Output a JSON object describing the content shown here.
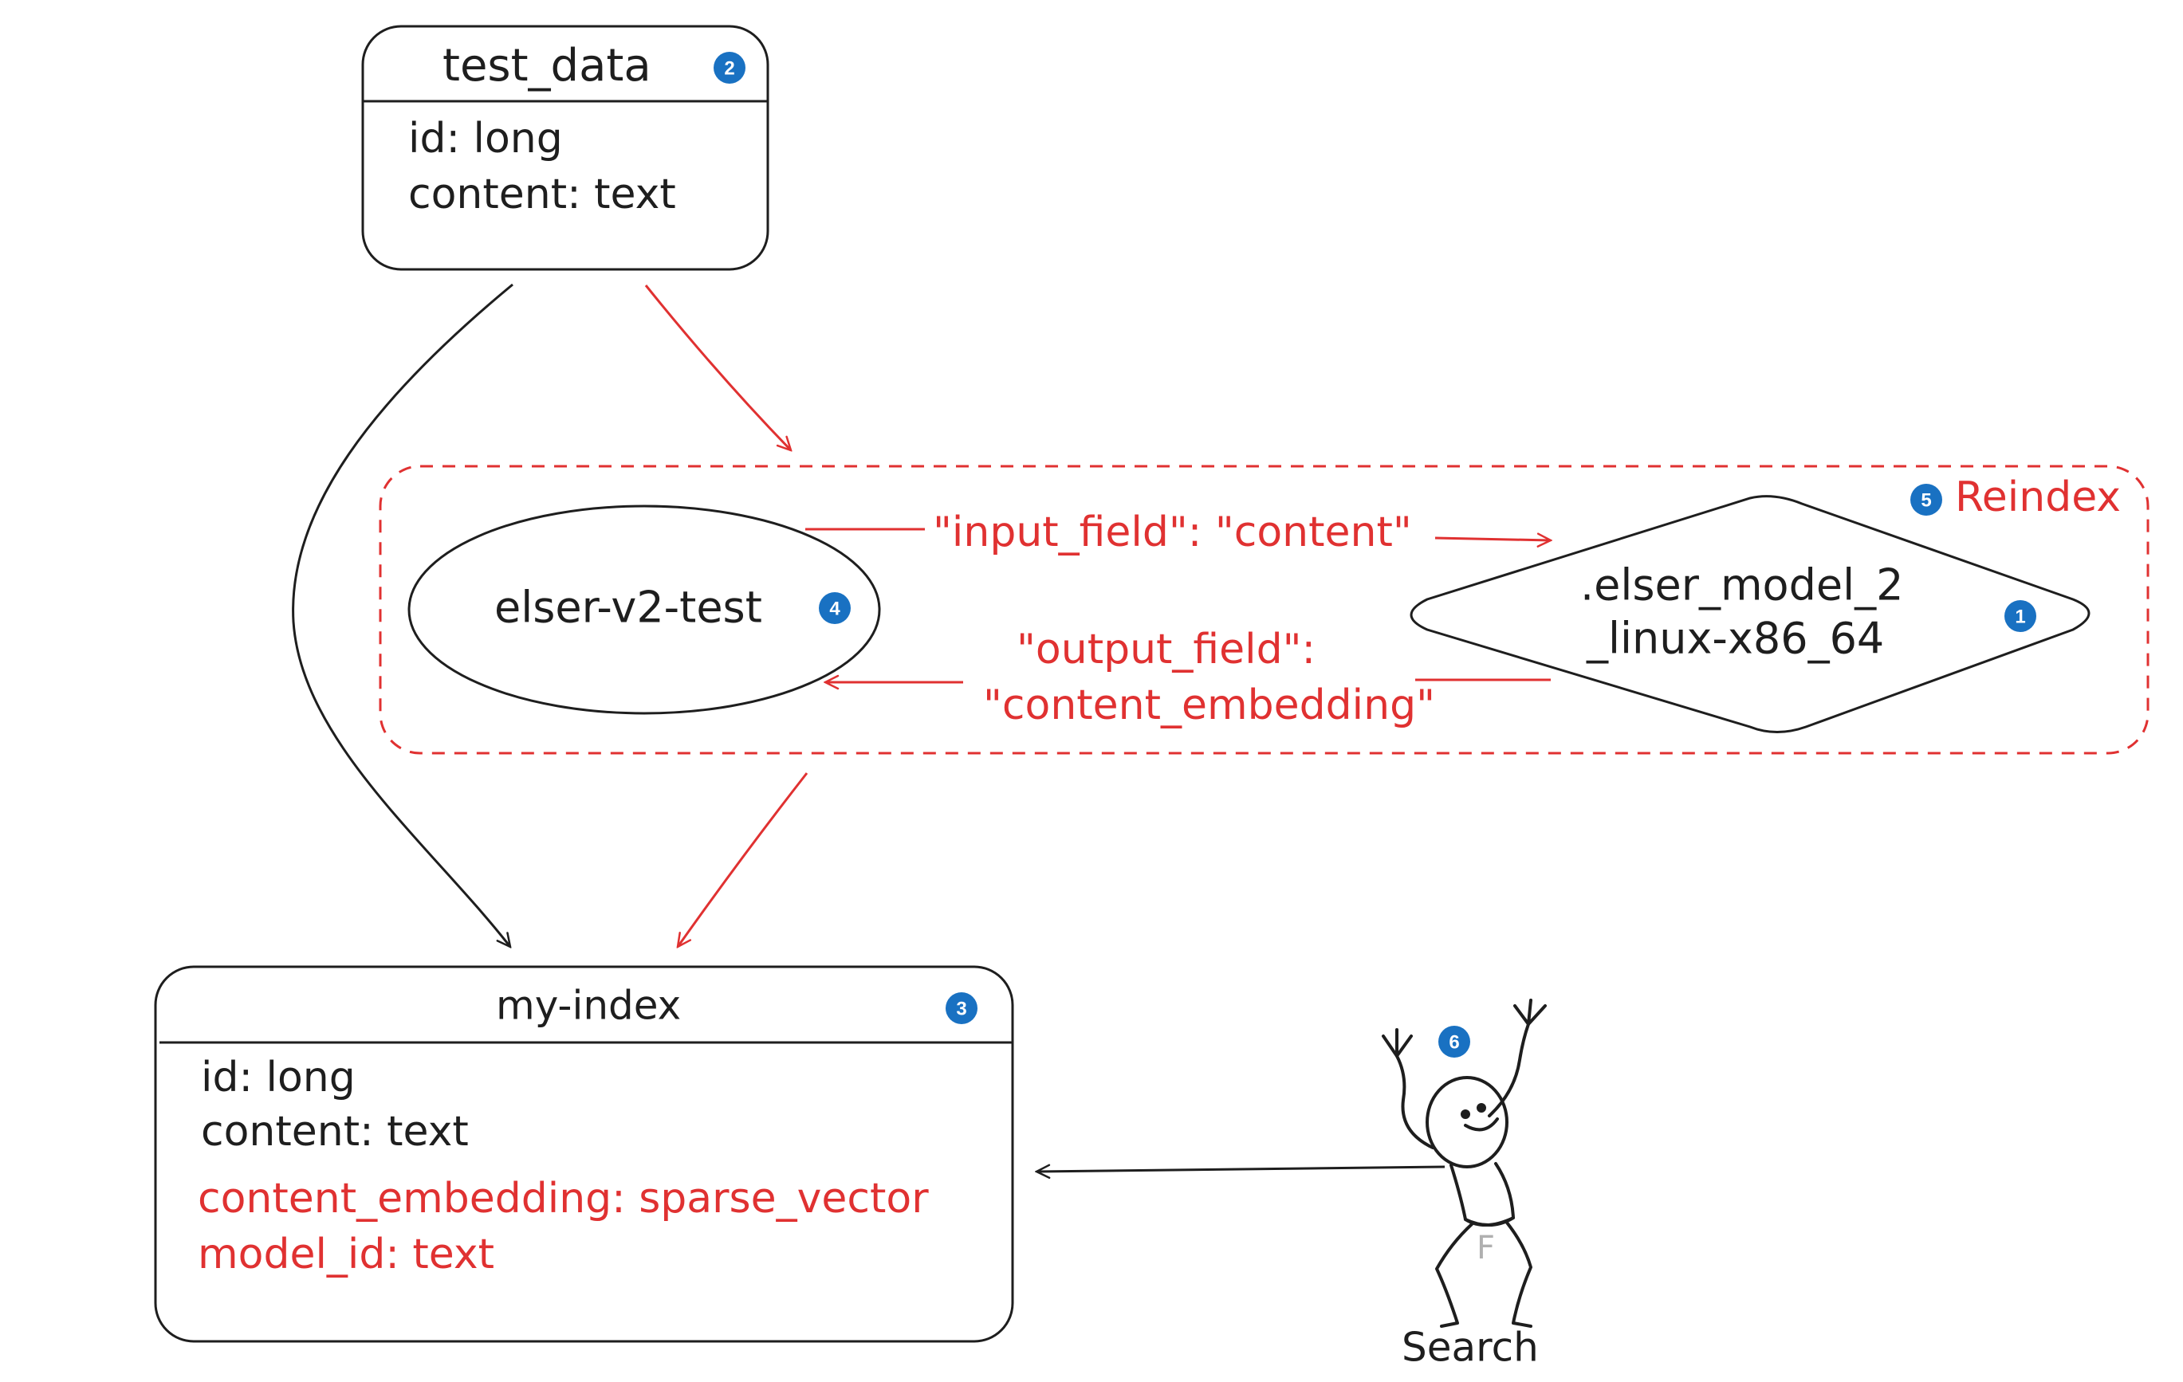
{
  "colors": {
    "ink": "#1e1e1e",
    "accent_red": "#e03131",
    "badge_blue": "#1971c2",
    "background": "#ffffff"
  },
  "test_data_table": {
    "title": "test_data",
    "badge": "2",
    "fields": [
      "id: long",
      "content: text"
    ]
  },
  "my_index_table": {
    "title": "my-index",
    "badge": "3",
    "fields": [
      "id: long",
      "content: text"
    ],
    "new_fields": [
      "content_embedding: sparse_vector",
      "model_id: text"
    ]
  },
  "pipeline": {
    "name": "elser-v2-test",
    "badge": "4"
  },
  "model": {
    "line1": ".elser_model_2",
    "line2": "_linux-x86_64",
    "badge": "1"
  },
  "reindex": {
    "label": "Reindex",
    "badge": "5"
  },
  "arrows": {
    "input_label": "\"input_field\": \"content\"",
    "output_label_line1": "\"output_field\":",
    "output_label_line2": "\"content_embedding\""
  },
  "search": {
    "label": "Search",
    "badge": "6",
    "shirt_letter": "F"
  }
}
